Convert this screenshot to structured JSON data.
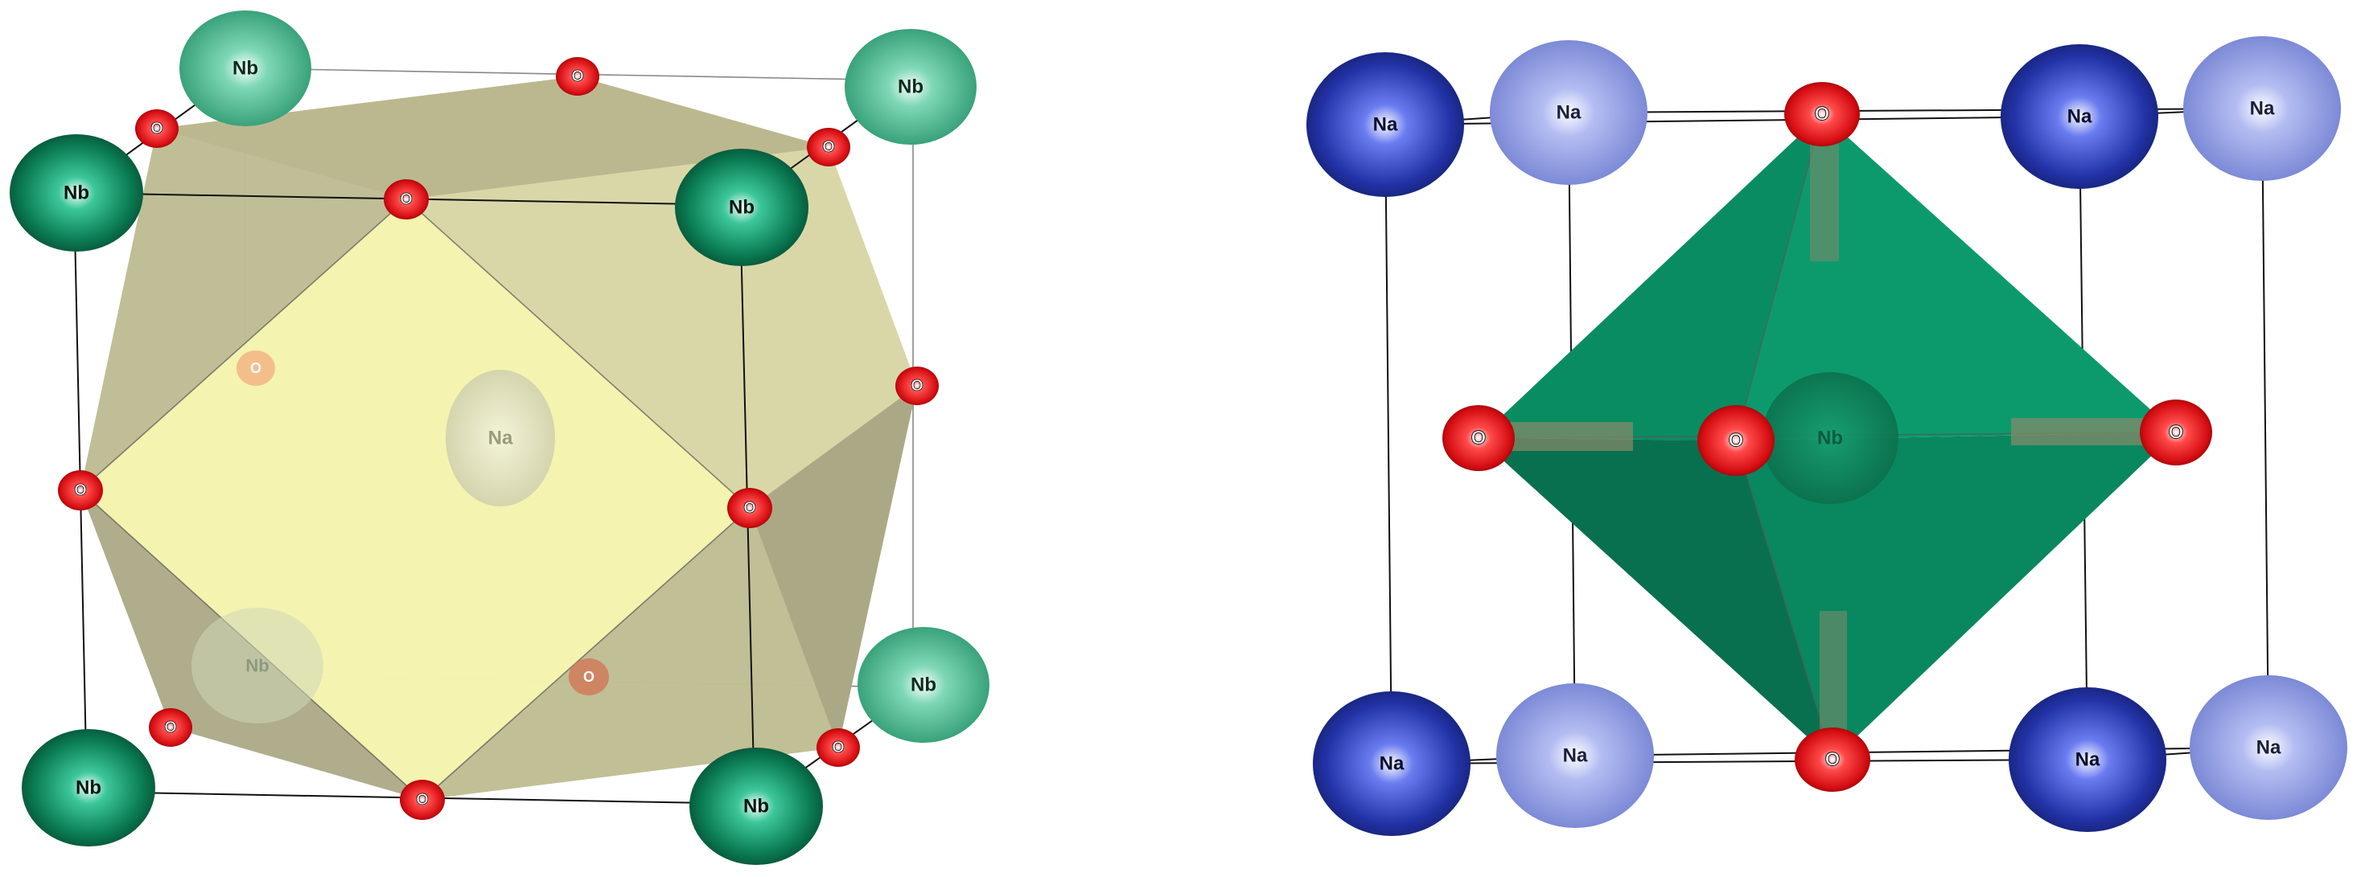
{
  "structures": [
    {
      "id": "left",
      "central_atom": "Na",
      "corner_atom": "Nb",
      "edge_atom": "O",
      "polyhedron": "cuboctahedron",
      "colors": {
        "corner_atom": "#0d8a5c",
        "edge_atom": "#e0141a",
        "central_atom": "#d6d6b8",
        "polyhedron_face": "#f4f2a8"
      }
    },
    {
      "id": "right",
      "central_atom": "Nb",
      "corner_atom": "Na",
      "edge_atom": "O",
      "polyhedron": "octahedron",
      "colors": {
        "corner_atom": "#2b3fb0",
        "corner_atom_back": "#8a97de",
        "edge_atom": "#e0141a",
        "central_atom": "#0a7a55",
        "polyhedron_face": "#07936b"
      }
    }
  ],
  "labels": {
    "nb": "Nb",
    "na": "Na",
    "o": "O"
  }
}
